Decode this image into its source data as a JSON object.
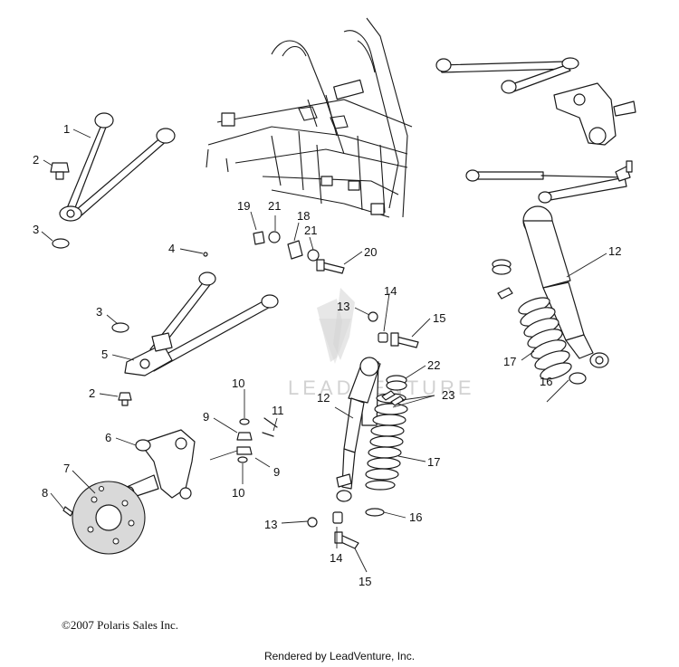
{
  "watermark": {
    "text": "LEADVENTURE",
    "icon": "leadventure-logo-icon"
  },
  "callouts": {
    "c1": "1",
    "c2a": "2",
    "c2b": "2",
    "c3a": "3",
    "c3b": "3",
    "c4": "4",
    "c5": "5",
    "c6": "6",
    "c7": "7",
    "c8": "8",
    "c9a": "9",
    "c9b": "9",
    "c10a": "10",
    "c10b": "10",
    "c11": "11",
    "c12a": "12",
    "c12b": "12",
    "c13a": "13",
    "c13b": "13",
    "c14a": "14",
    "c14b": "14",
    "c15a": "15",
    "c15b": "15",
    "c16a": "16",
    "c16b": "16",
    "c17a": "17",
    "c17b": "17",
    "c18": "18",
    "c19": "19",
    "c20": "20",
    "c21a": "21",
    "c21b": "21",
    "c22": "22",
    "c23": "23"
  },
  "footer": {
    "copyright": "©2007 Polaris Sales Inc.",
    "rendered_by": "Rendered by LeadVenture, Inc."
  }
}
